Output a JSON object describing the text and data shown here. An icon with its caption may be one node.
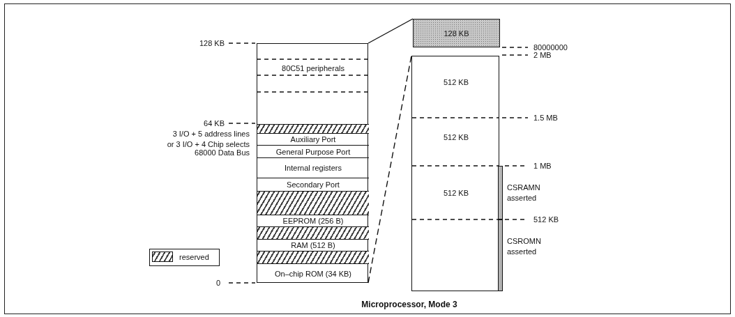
{
  "diagram": {
    "caption": "Microprocessor, Mode 3",
    "nodes": [
      {
        "text": [],
        "shape": "box"
      },
      {
        "text": [
          "80C51 peripherals"
        ],
        "in": 0
      },
      {
        "text": [],
        "shape": "bar",
        "in": 0
      },
      {
        "text": [
          "Auxiliary Port"
        ],
        "in": 0
      },
      {
        "text": [
          "General Purpose Port"
        ],
        "in": 0
      },
      {
        "text": [
          "Internal registers"
        ],
        "in": 0
      },
      {
        "text": [
          "Secondary Port"
        ],
        "in": 0
      },
      {
        "text": [],
        "shape": "bar",
        "in": 0
      },
      {
        "text": [
          "EEPROM (256 B)"
        ],
        "in": 0
      },
      {
        "text": [],
        "shape": "bar",
        "in": 0
      },
      {
        "text": [
          "RAM (512 B)"
        ],
        "in": 0
      },
      {
        "text": [],
        "shape": "bar",
        "in": 0
      },
      {
        "text": [
          "On–chip ROM (34 KB)"
        ],
        "in": 0
      },
      {
        "text": [
          "128 KB"
        ]
      },
      {
        "text": [],
        "shape": "box"
      },
      {
        "text": [
          "512 KB"
        ],
        "in": 14
      },
      {
        "text": [
          "512 KB"
        ],
        "in": 14
      },
      {
        "text": [
          "512 KB"
        ],
        "in": 14
      },
      {
        "text": [],
        "shape": "bar",
        "beside": [
          "CSRAMN asserted"
        ]
      },
      {
        "text": [],
        "shape": "bar",
        "beside": [
          "CSROMN asserted"
        ]
      }
    ],
    "edges": [
      {
        "from": 0,
        "to": 13,
        "arrow": "none"
      },
      {
        "from": 0,
        "to": 14,
        "arrow": "none",
        "style": "dashed"
      }
    ],
    "labels": [
      "128 KB",
      "64 KB",
      "3 I/O + 5 address lines",
      "or 3 I/O + 4 Chip selects",
      "68000 Data Bus",
      "0",
      "80000000",
      "2 MB",
      "1.5 MB",
      "1 MB",
      "512 KB"
    ],
    "legend": [
      {
        "text": "reserved"
      }
    ]
  }
}
